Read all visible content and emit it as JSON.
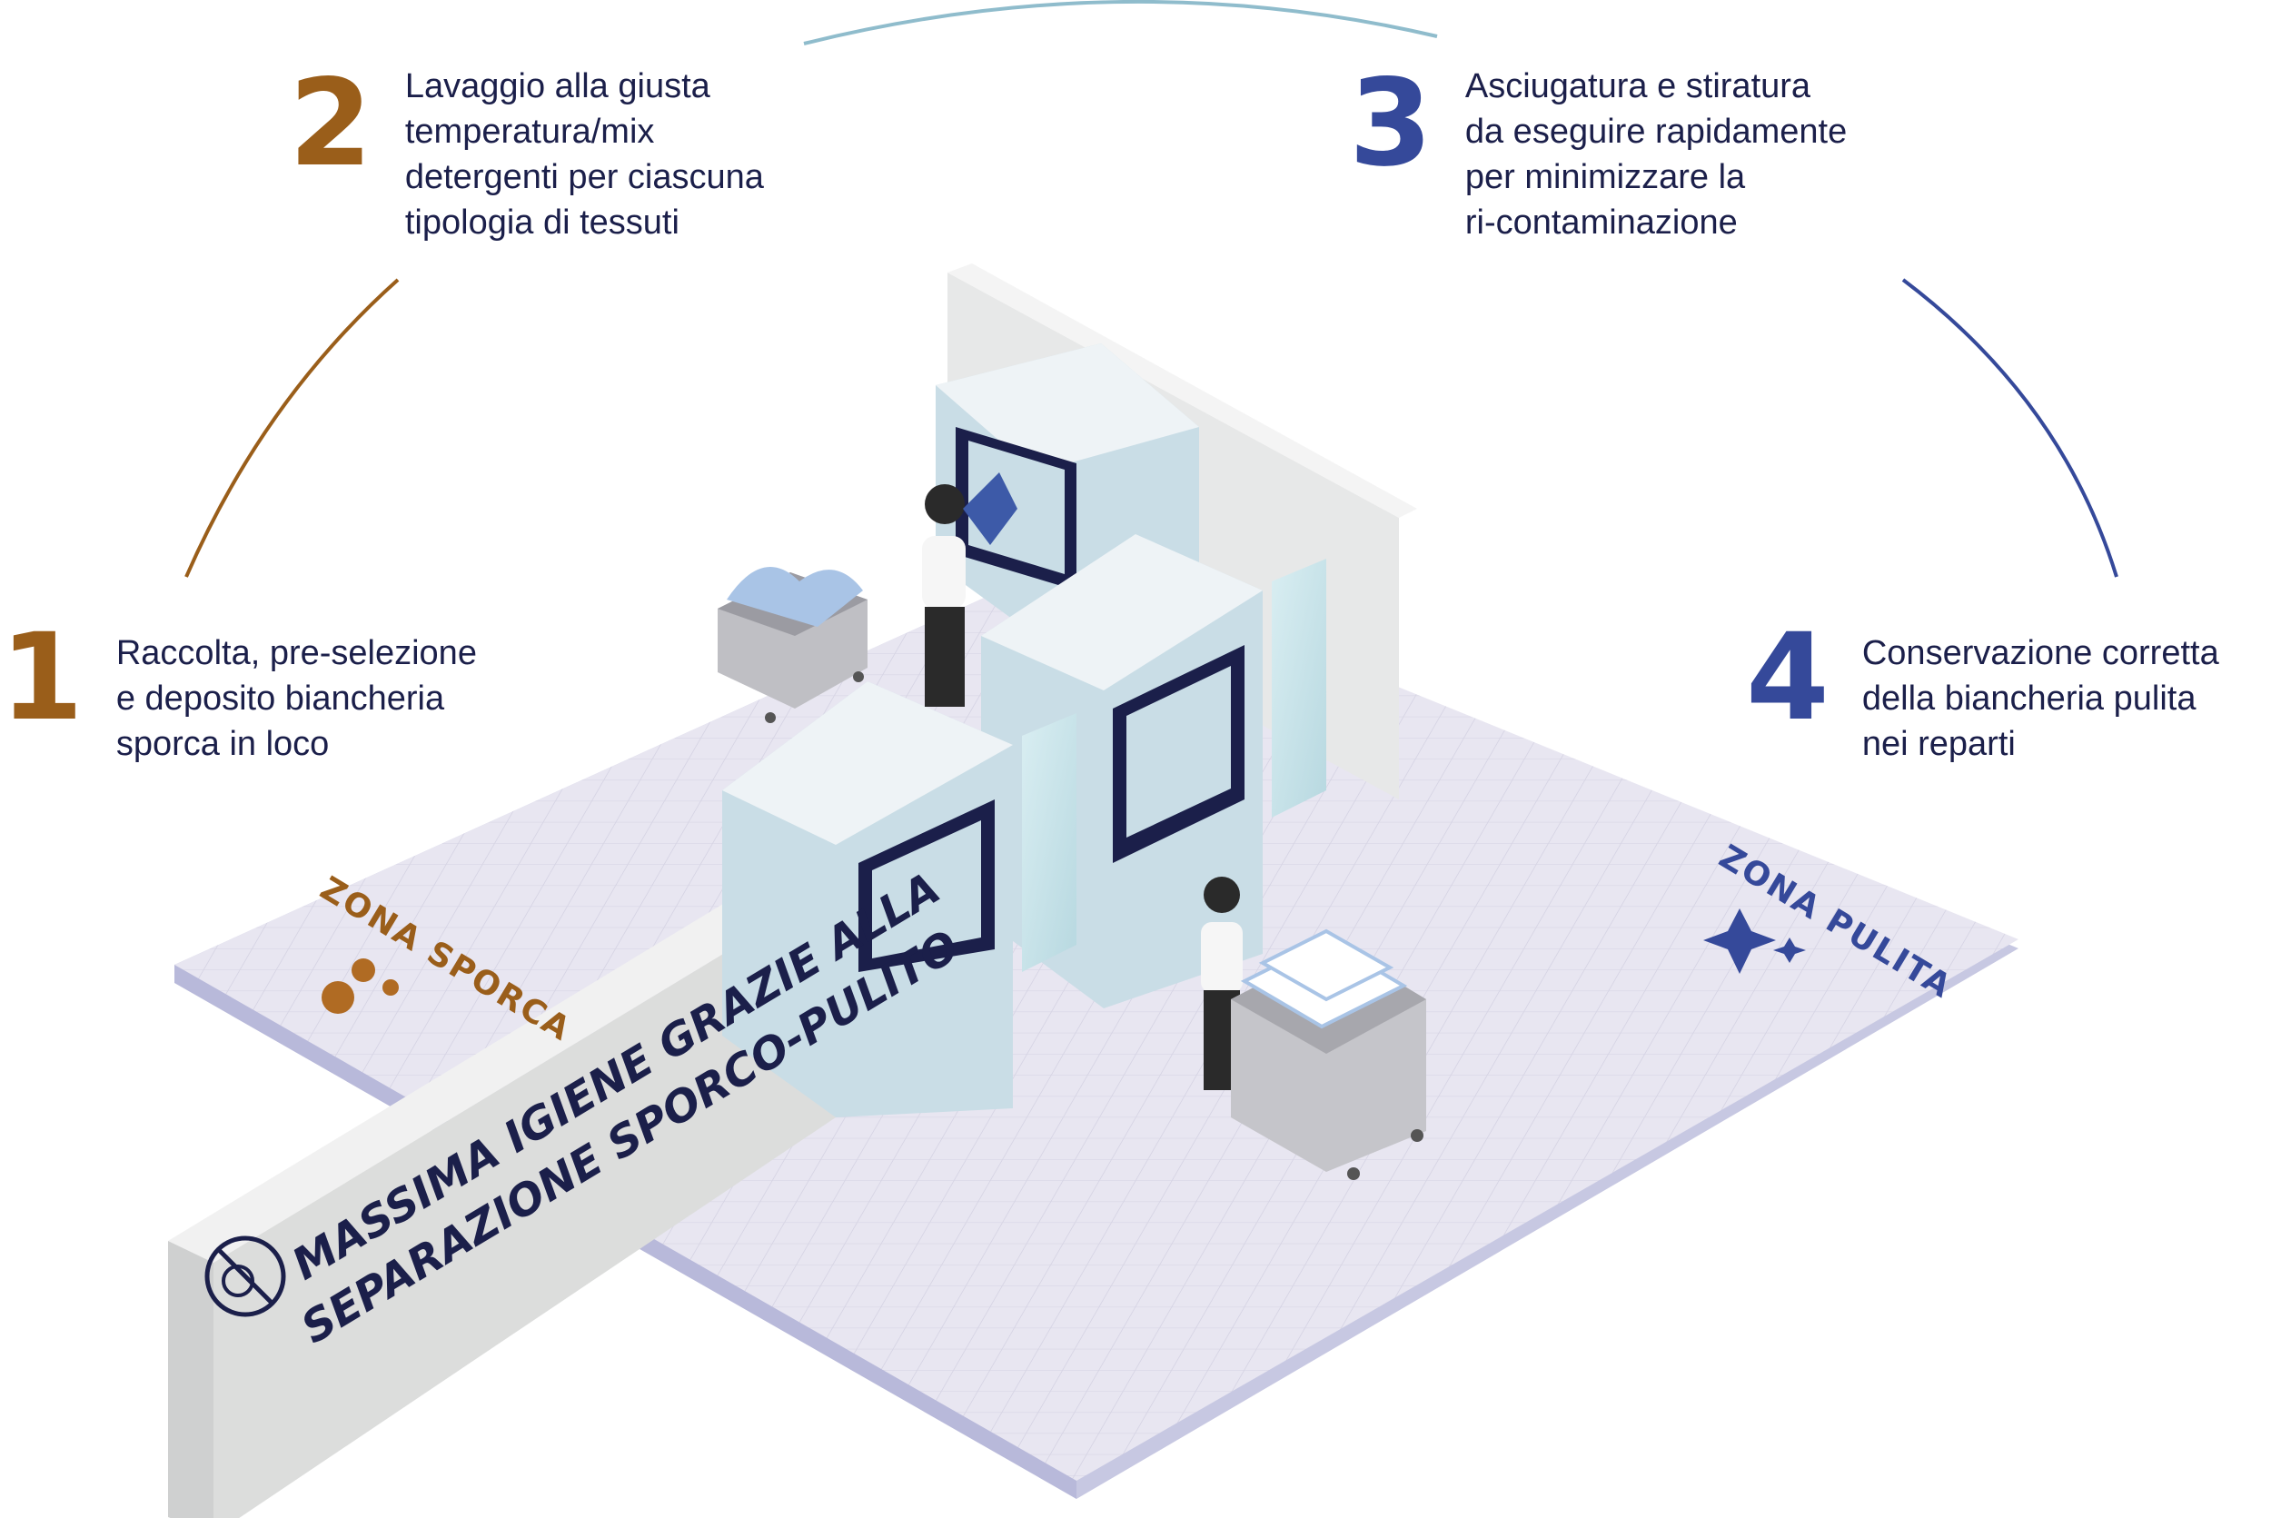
{
  "steps": [
    {
      "number": "1",
      "text": "Raccolta, pre-selezione\ne deposito biancheria\nsporca in loco"
    },
    {
      "number": "2",
      "text": "Lavaggio alla giusta\ntemperatura/mix\ndetergenti per ciascuna\ntipologia di tessuti"
    },
    {
      "number": "3",
      "text": "Asciugatura e stiratura\nda eseguire rapidamente\nper minimizzare la\nri-contaminazione"
    },
    {
      "number": "4",
      "text": "Conservazione corretta\ndella biancheria pulita\nnei reparti"
    }
  ],
  "zones": {
    "dirty": "ZONA SPORCA",
    "clean": "ZONA PULITA"
  },
  "wall": {
    "line1": "MASSIMA IGIENE GRAZIE ALLA",
    "line2": "SEPARAZIONE SPORCO-PULITO"
  },
  "colors": {
    "brown": "#9a5e1a",
    "blue": "#35499a",
    "navy": "#1b1f4a",
    "teal_arc": "#8fbccc",
    "floor": "#e6e4ef",
    "floor_edge": "#c7c8e2",
    "wall": "#dedfdf",
    "machine": "#c9dde6"
  },
  "icons": [
    "virus-icon",
    "sparkle-icon",
    "no-germs-icon"
  ]
}
